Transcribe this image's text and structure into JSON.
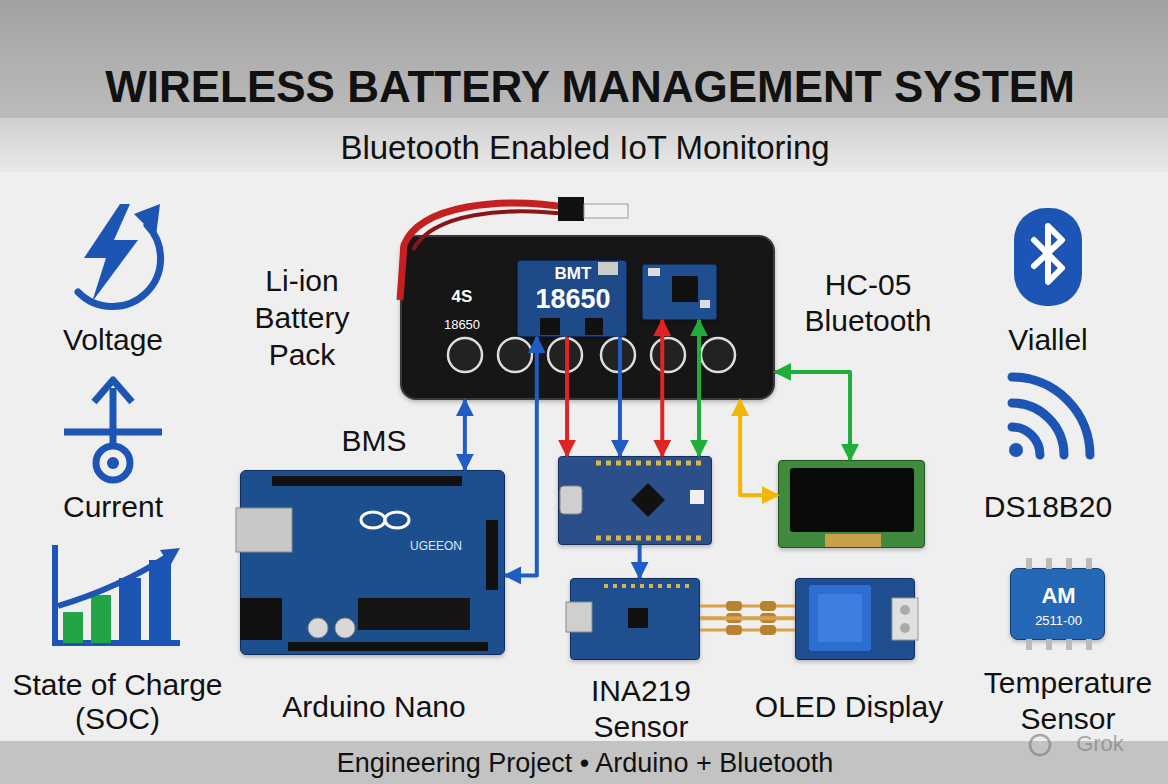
{
  "diagram": {
    "title": "WIRELESS BATTERY MANAGEMENT SYSTEM",
    "caption": "Engineering Project • Arduino + Bluetooth",
    "nodes": [
      {
        "text": [
          "Li-ion Battery Pack",
          "4S",
          "18650"
        ]
      },
      {
        "text": [
          "BMT",
          "18650"
        ],
        "in": 0
      },
      {
        "text": [
          "HC-05 Bluetooth"
        ],
        "in": 0
      },
      {
        "text": [
          "BMS",
          "UGEEON",
          "Arduino Nano"
        ]
      },
      {
        "text": []
      },
      {
        "text": []
      },
      {
        "text": [
          "INA219 Sensor"
        ]
      },
      {
        "text": [
          "OLED Display"
        ]
      },
      {
        "text": [
          "AM",
          "2511-00",
          "Temperature Sensor"
        ]
      }
    ],
    "edges": [
      {
        "from": 0,
        "to": 3,
        "arrow": "both"
      },
      {
        "from": 1,
        "to": 3,
        "arrow": "both"
      },
      {
        "from": 1,
        "to": 4,
        "arrow": "to"
      },
      {
        "from": 1,
        "to": 4,
        "arrow": "to"
      },
      {
        "from": 2,
        "to": 4,
        "arrow": "both"
      },
      {
        "from": 2,
        "to": 4,
        "arrow": "both"
      },
      {
        "from": 0,
        "to": 5,
        "arrow": "both"
      },
      {
        "from": 0,
        "to": 5,
        "arrow": "both"
      },
      {
        "from": 4,
        "to": 6,
        "arrow": "to"
      },
      {
        "from": 6,
        "to": 7,
        "arrow": "none"
      }
    ],
    "labels": [
      "Bluetooth Enabled IoT Monitoring",
      "Voltage",
      "Current",
      "State of Charge (SOC)",
      "Viallel",
      "DS18B20",
      "Grok"
    ]
  }
}
